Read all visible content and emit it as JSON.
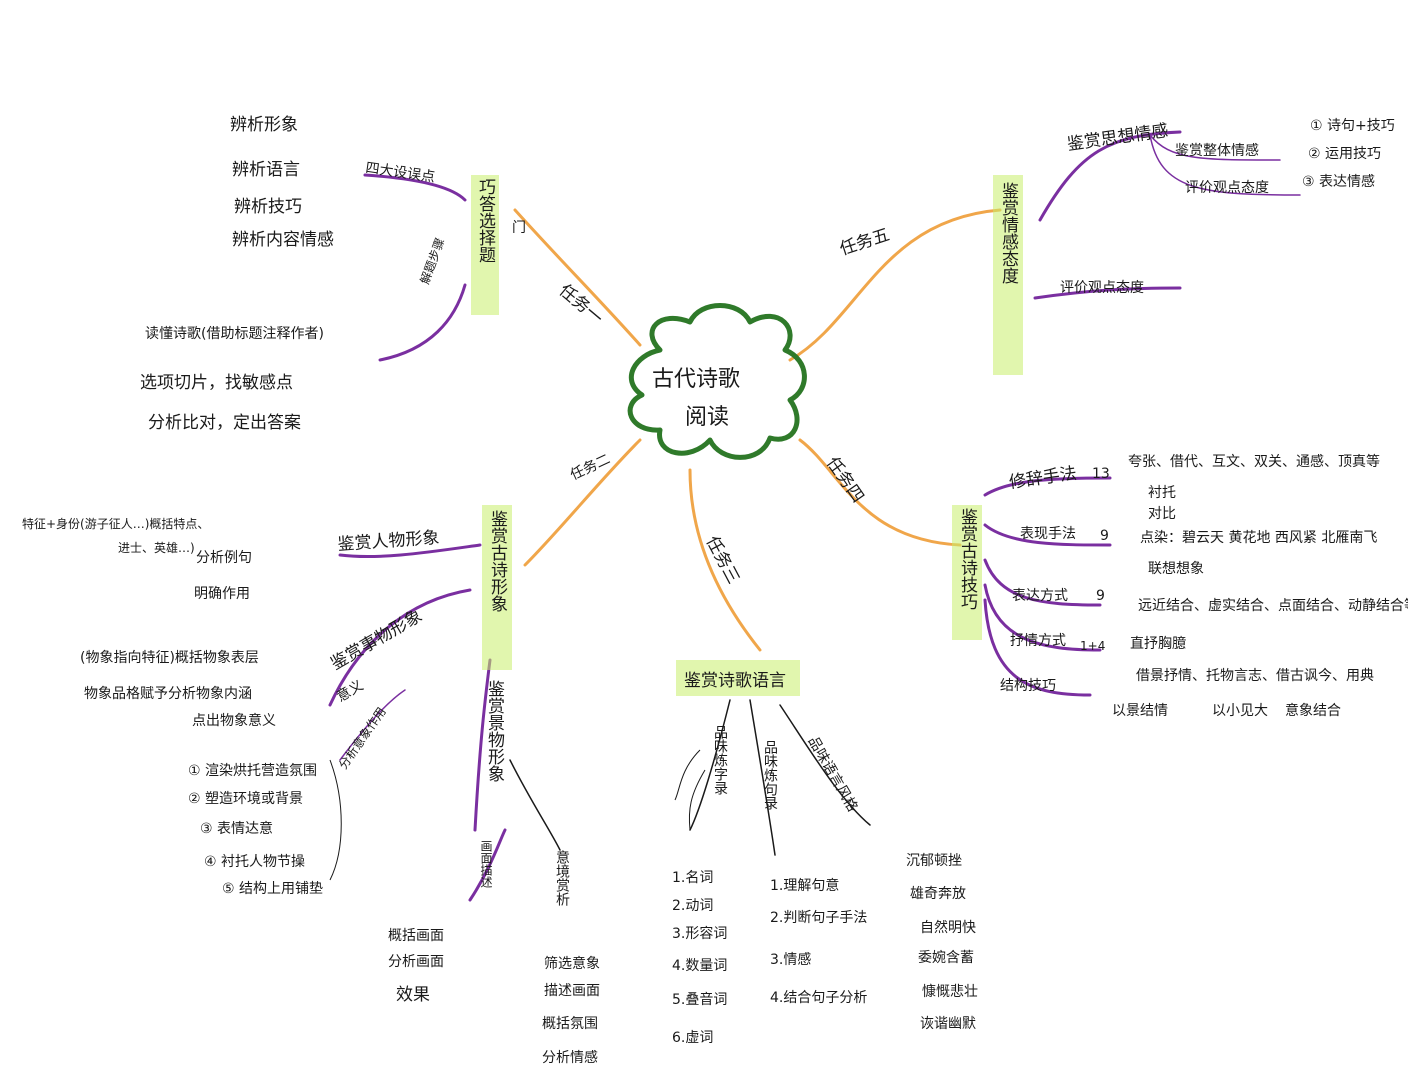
{
  "center": {
    "line1": "古代诗歌",
    "line2": "阅读"
  },
  "colors": {
    "trunk": "#f0a64a",
    "branch": "#7a2fa0",
    "cloud": "#2f7a2a",
    "highlight": "#c9ef6b",
    "ink": "#1a1a1a"
  },
  "task1": {
    "label": "任务一",
    "node": "巧答选择题",
    "tag": "门",
    "points_label": "四大设误点",
    "points": [
      "辨析形象",
      "辨析语言",
      "辨析技巧",
      "辨析内容情感"
    ],
    "steps_label": "解题步骤",
    "steps": [
      "读懂诗歌(借助标题注释作者)",
      "选项切片，找敏感点",
      "分析比对，定出答案"
    ]
  },
  "task2": {
    "label": "任务二",
    "node": "鉴赏古诗形象",
    "person_label": "鉴赏人物形象",
    "person_items": [
      "特征+身份(游子征人…)概括特点、",
      "进士、英雄…)",
      "分析例句",
      "明确作用"
    ],
    "thing_label": "鉴赏事物形象",
    "thing_sub1": "意义",
    "thing_items": [
      "(物象指向特征)概括物象表层",
      "物象品格赋予分析物象内涵",
      "点出物象意义"
    ],
    "role_label": "分析意象作用",
    "role_items": [
      "① 渲染烘托营造氛围",
      "② 塑造环境或背景",
      "③ 表情达意",
      "④ 衬托人物节操",
      "⑤ 结构上用铺垫"
    ],
    "scene_label": "鉴赏景物形象",
    "scene_sub": "画面描述",
    "scene_items": [
      "概括画面",
      "分析画面",
      "效果"
    ],
    "imagery_label": "意境赏析",
    "imagery_items": [
      "筛选意象",
      "描述画面",
      "概括氛围",
      "分析情感"
    ]
  },
  "task3": {
    "label": "任务三",
    "node": "鉴赏诗歌语言",
    "word_label": "品味炼字录",
    "word_items": [
      "1.名词",
      "2.动词",
      "3.形容词",
      "4.数量词",
      "5.叠音词",
      "6.虚词"
    ],
    "sentence_label": "品味炼句录",
    "sentence_items": [
      "1.理解句意",
      "2.判断句子手法",
      "3.情感",
      "4.结合句子分析"
    ],
    "style_label": "品味语言风格",
    "style_items": [
      "沉郁顿挫",
      "雄奇奔放",
      "自然明快",
      "委婉含蓄",
      "慷慨悲壮",
      "诙谐幽默"
    ]
  },
  "task4": {
    "label": "任务四",
    "node": "鉴赏古诗技巧",
    "rhetoric_label": "修辞手法",
    "rhetoric_num": "13",
    "rhetoric_items": "夸张、借代、互文、双关、通感、顶真等",
    "express_label": "表现手法",
    "express_num": "9",
    "express_items": [
      "衬托",
      "对比",
      "点染：碧云天 黄花地 西风紧 北雁南飞",
      "联想想象"
    ],
    "manner_label": "表达方式",
    "manner_num": "9",
    "manner_items": "远近结合、虚实结合、点面结合、动静结合等",
    "lyric_label": "抒情方式",
    "lyric_num": "1+4",
    "lyric_items": [
      "直抒胸臆",
      "借景抒情、托物言志、借古讽今、用典"
    ],
    "structure_label": "结构技巧",
    "structure_items": [
      "以景结情",
      "以小见大",
      "意象结合"
    ]
  },
  "task5": {
    "label": "任务五",
    "node": "鉴赏情感态度",
    "emotion_label": "鉴赏思想情感",
    "emotion_sub1": "鉴赏整体情感",
    "emotion_sub2": "评价观点态度",
    "emotion_steps": [
      "① 诗句+技巧",
      "② 运用技巧",
      "③ 表达情感"
    ],
    "view_label": "评价观点态度"
  }
}
